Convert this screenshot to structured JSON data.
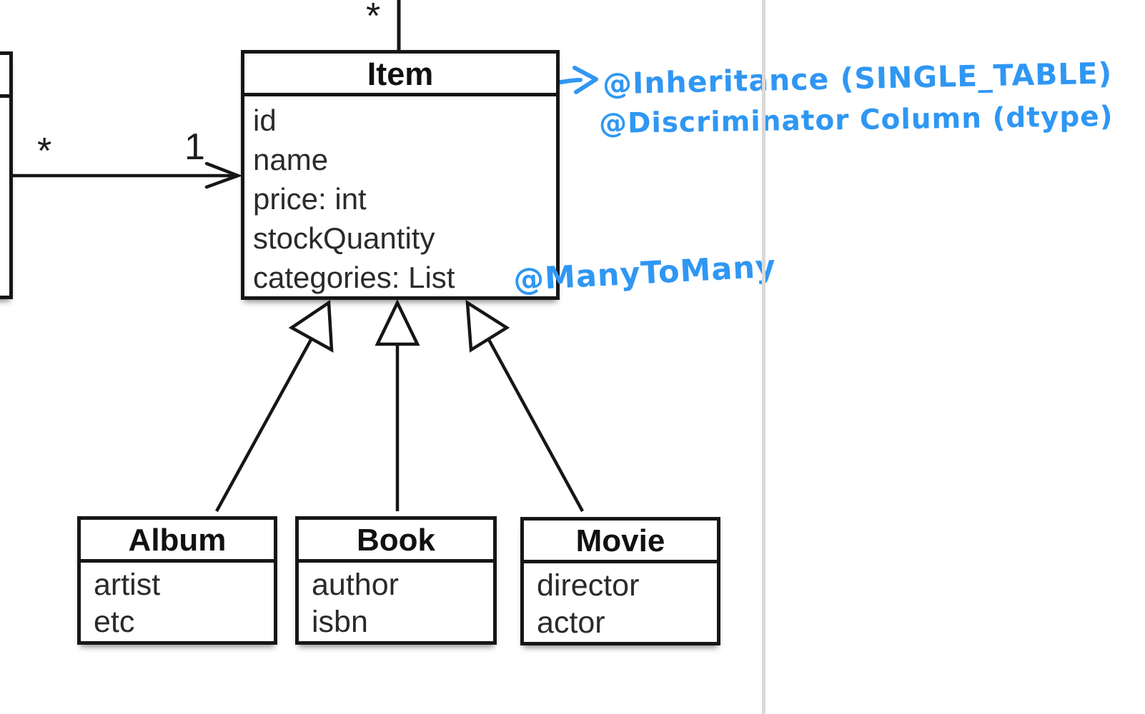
{
  "diagram": {
    "type": "uml-class-diagram",
    "colors": {
      "line": "#161616",
      "annotation_blue": "#2f97f3",
      "page_divider_gray": "#d9d9d9",
      "background": "#ffffff"
    },
    "classes": [
      {
        "name": "Item",
        "fields": [
          "id",
          "name",
          "price: int",
          "stockQuantity",
          "categories: List"
        ]
      },
      {
        "name": "Album",
        "fields": [
          "artist",
          "etc"
        ]
      },
      {
        "name": "Book",
        "fields": [
          "author",
          "isbn"
        ]
      },
      {
        "name": "Movie",
        "fields": [
          "director",
          "actor"
        ]
      }
    ],
    "multiplicities": {
      "top_association_star": "*",
      "left_association_source": "*",
      "left_association_target": "1"
    },
    "annotations": {
      "inheritance": "@Inheritance (SINGLE_TABLE)",
      "discriminator": "@Discriminator Column (dtype)",
      "many_to_many": "@ManyToMany"
    },
    "relationships": [
      {
        "kind": "association",
        "from": "left-partial-class",
        "to": "Item",
        "source_multiplicity": "*",
        "target_multiplicity": "1"
      },
      {
        "kind": "association",
        "from": "top-offscreen-class",
        "to": "Item",
        "source_multiplicity": "*"
      },
      {
        "kind": "generalization",
        "from": "Album",
        "to": "Item"
      },
      {
        "kind": "generalization",
        "from": "Book",
        "to": "Item"
      },
      {
        "kind": "generalization",
        "from": "Movie",
        "to": "Item"
      }
    ]
  }
}
